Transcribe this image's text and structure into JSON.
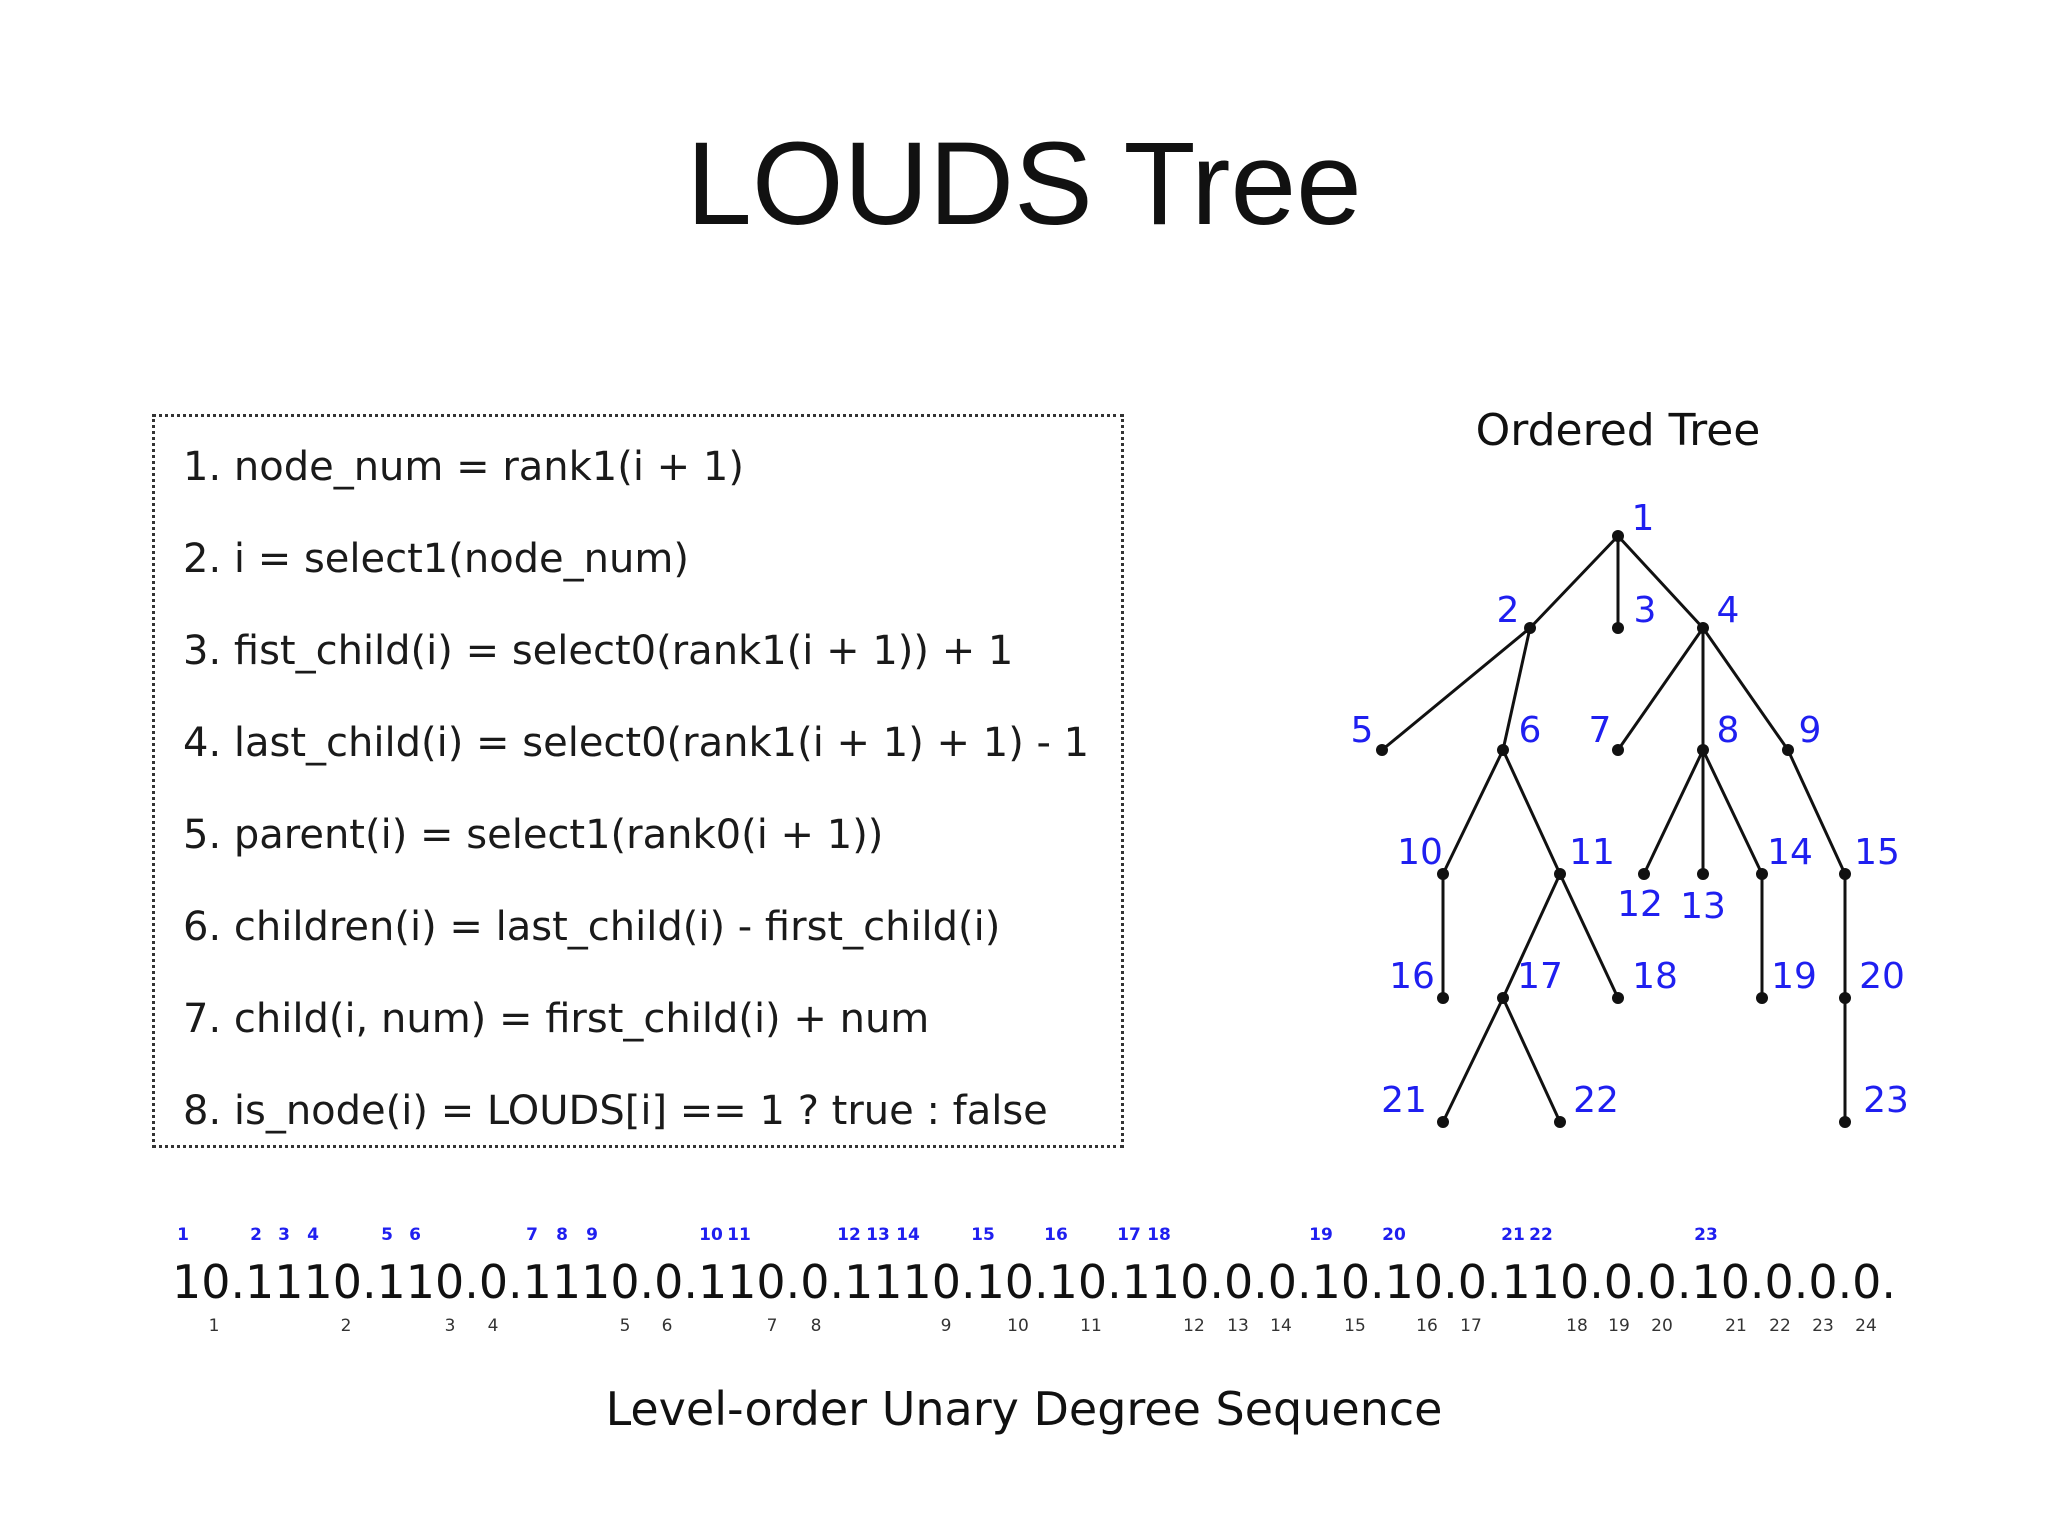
{
  "slide": {
    "title": "LOUDS Tree"
  },
  "formulas": [
    "1. node_num = rank1(i + 1)",
    "2. i = select1(node_num)",
    "3. fist_child(i) = select0(rank1(i + 1)) + 1",
    "4. last_child(i) = select0(rank1(i + 1) + 1) - 1",
    "5. parent(i) = select1(rank0(i + 1))",
    "6. children(i) = last_child(i) - first_child(i)",
    "7. child(i, num) = first_child(i) + num",
    "8. is_node(i) = LOUDS[i] == 1 ? true : false"
  ],
  "tree": {
    "title": "Ordered Tree",
    "nodes": [
      "1",
      "2",
      "3",
      "4",
      "5",
      "6",
      "7",
      "8",
      "9",
      "10",
      "11",
      "12",
      "13",
      "14",
      "15",
      "16",
      "17",
      "18",
      "19",
      "20",
      "21",
      "22",
      "23"
    ],
    "edges": [
      [
        "1",
        "2"
      ],
      [
        "1",
        "3"
      ],
      [
        "1",
        "4"
      ],
      [
        "2",
        "5"
      ],
      [
        "2",
        "6"
      ],
      [
        "4",
        "7"
      ],
      [
        "4",
        "8"
      ],
      [
        "4",
        "9"
      ],
      [
        "6",
        "10"
      ],
      [
        "6",
        "11"
      ],
      [
        "8",
        "12"
      ],
      [
        "8",
        "13"
      ],
      [
        "8",
        "14"
      ],
      [
        "9",
        "15"
      ],
      [
        "10",
        "16"
      ],
      [
        "11",
        "17"
      ],
      [
        "11",
        "18"
      ],
      [
        "14",
        "19"
      ],
      [
        "15",
        "20"
      ],
      [
        "17",
        "21"
      ],
      [
        "17",
        "22"
      ],
      [
        "20",
        "23"
      ]
    ],
    "colors": {
      "label": "#1f1ff0",
      "edge": "#111111"
    }
  },
  "sequence": {
    "bits": "10.1110.110.0.1110.0.110.0.1110.10.10.110.0.0.10.10.0.110.0.0.10.0.0.0.",
    "node_labels": [
      "1",
      "2",
      "3",
      "4",
      "5",
      "6",
      "7",
      "8",
      "9",
      "10",
      "11",
      "12",
      "13",
      "14",
      "15",
      "16",
      "17",
      "18",
      "19",
      "20",
      "21",
      "22",
      "23"
    ],
    "position_labels": [
      "1",
      "2",
      "3",
      "4",
      "5",
      "6",
      "7",
      "8",
      "9",
      "10",
      "11",
      "12",
      "13",
      "14",
      "15",
      "16",
      "17",
      "18",
      "19",
      "20",
      "21",
      "22",
      "23",
      "24"
    ],
    "caption": "Level-order Unary Degree Sequence"
  }
}
